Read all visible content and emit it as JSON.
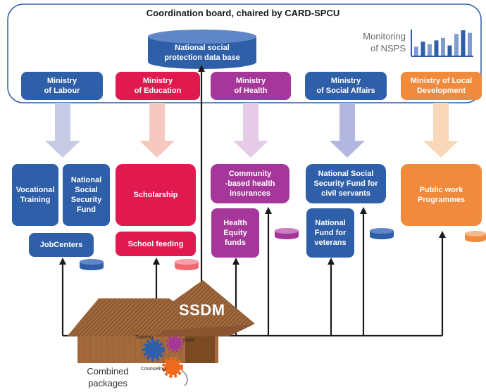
{
  "board_title": "Coordination board, chaired by CARD-SPCU",
  "database_label": "National social\nprotection data base",
  "monitoring_label": "Monitoring\nof NSPS",
  "monitoring_chart_values": [
    0.35,
    0.55,
    0.45,
    0.6,
    0.7,
    0.4,
    0.85,
    1.0,
    0.9
  ],
  "ministries": [
    {
      "label": "Ministry\nof Labour",
      "color": "#2f5fa8"
    },
    {
      "label": "Ministry\nof Education",
      "color": "#e0194f"
    },
    {
      "label": "Ministry\nof Health",
      "color": "#a6379a"
    },
    {
      "label": "Ministry\nof Social Affairs",
      "color": "#2f5fa8"
    },
    {
      "label": "Ministry of Local\nDevelopment",
      "color": "#f08a3c"
    }
  ],
  "programmes": {
    "vocational_training": "Vocational\nTraining",
    "nssf": "National\nSocial\nSecurity\nFund",
    "jobcenters": "JobCenters",
    "scholarship": "Scholarship",
    "school_feeding": "School feeding",
    "community_health": "Community\n-based health\ninsurances",
    "health_equity": "Health\nEquity\nfunds",
    "nssf_civil": "National Social\nSecurity Fund for\ncivil servants",
    "veterans": "National\nFund for\nveterans",
    "public_work": "Public work\nProgrammes"
  },
  "ssdm_label": "SSDM",
  "package_labels": {
    "training": "Training",
    "pwp": "PWP",
    "counseling": "Counseling"
  },
  "combined_packages": "Combined\npackages",
  "colors": {
    "blue": "#2f5fa8",
    "red": "#e0194f",
    "purple": "#a6379a",
    "orange": "#f08a3c",
    "hut": "#a56a3c"
  }
}
